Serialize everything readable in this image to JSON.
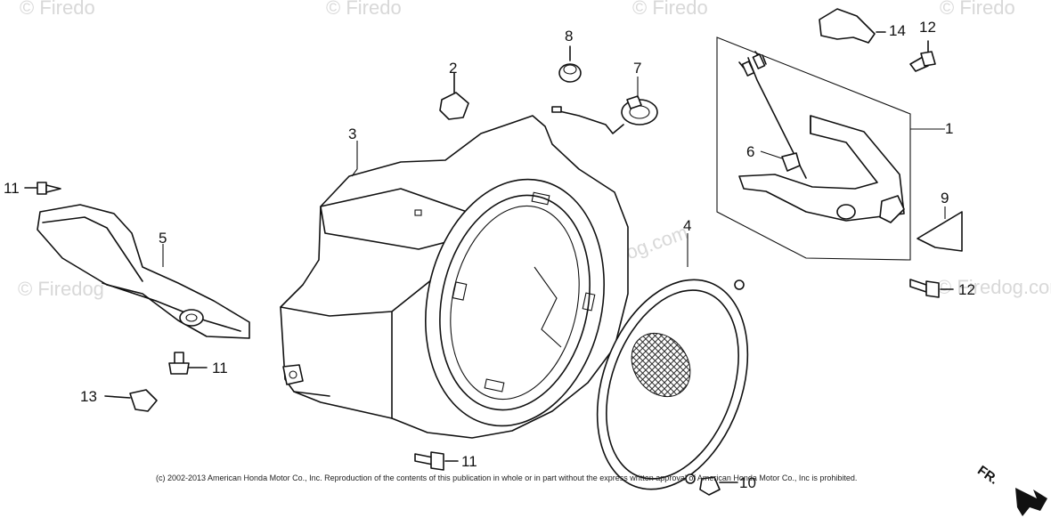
{
  "watermark": {
    "text": "© Firedog.com",
    "top_texts": [
      "© Firedo",
      "© Firedo",
      "© Firedo",
      "© Firedo"
    ],
    "side_texts": [
      "© Firedog",
      "© Firedog.com"
    ]
  },
  "copyright": "(c) 2002-2013 American Honda Motor Co., Inc. Reproduction of the contents of this publication in whole or in part without the express written approval of American Honda Motor Co., Inc is prohibited.",
  "orientation_label": "FR.",
  "callouts": [
    {
      "id": "1",
      "label": "1"
    },
    {
      "id": "2",
      "label": "2"
    },
    {
      "id": "3",
      "label": "3"
    },
    {
      "id": "4",
      "label": "4"
    },
    {
      "id": "5",
      "label": "5"
    },
    {
      "id": "6",
      "label": "6"
    },
    {
      "id": "7",
      "label": "7"
    },
    {
      "id": "8",
      "label": "8"
    },
    {
      "id": "9",
      "label": "9"
    },
    {
      "id": "10",
      "label": "10"
    },
    {
      "id": "11a",
      "label": "11"
    },
    {
      "id": "11b",
      "label": "11"
    },
    {
      "id": "11c",
      "label": "11"
    },
    {
      "id": "12a",
      "label": "12"
    },
    {
      "id": "12b",
      "label": "12"
    },
    {
      "id": "13",
      "label": "13"
    },
    {
      "id": "14",
      "label": "14"
    }
  ]
}
